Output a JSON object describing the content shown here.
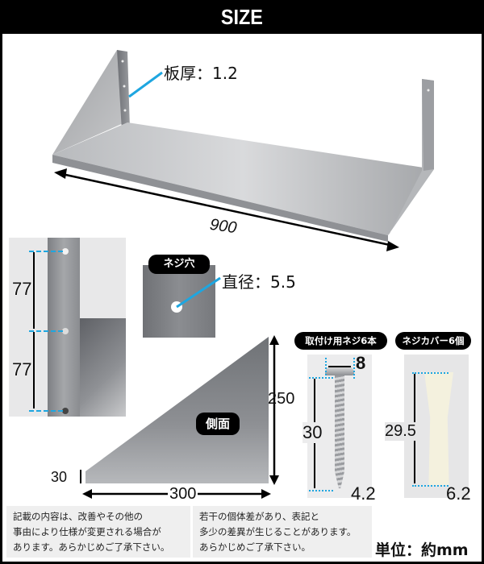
{
  "header": {
    "title": "SIZE"
  },
  "shelf": {
    "thickness_label": "板厚：1.2",
    "width_label": "900"
  },
  "bracket_detail": {
    "spacing_top": "77",
    "spacing_bottom": "77"
  },
  "screw_hole": {
    "badge": "ネジ穴",
    "diameter_label": "直径：5.5"
  },
  "side_panel": {
    "badge": "側面",
    "height_label": "250",
    "width_label": "300",
    "front_height_label": "30"
  },
  "screw": {
    "badge": "取付け用ネジ6本",
    "head_label": "8",
    "length_label": "30",
    "tip_label": "4.2"
  },
  "anchor": {
    "badge": "ネジカバー6個",
    "length_label": "29.5",
    "width_label": "6.2"
  },
  "notes": {
    "note1": [
      "記載の内容は、改善やその他の",
      "事由により仕様が変更される場合が",
      "あります。あらかじめご了承下さい。"
    ],
    "note2": [
      "若干の個体差があり、表記と",
      "多少の差異が生じることがあります。",
      "あらかじめご了承下さい。"
    ],
    "unit": "単位：約mm"
  },
  "colors": {
    "accent_line": "#1ea6e0",
    "frame": "#000000",
    "note_bg": "#efefef"
  }
}
